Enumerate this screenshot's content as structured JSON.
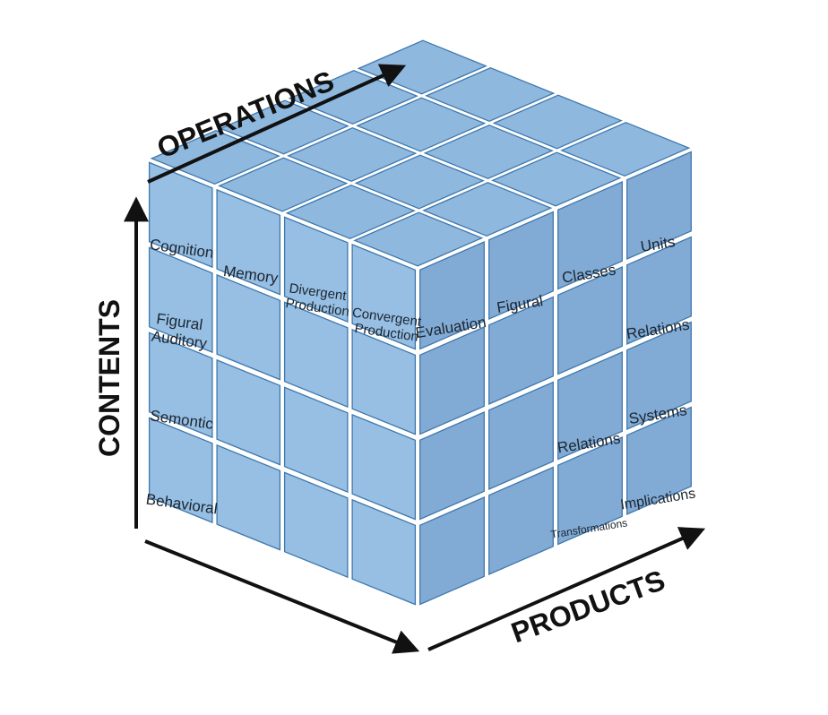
{
  "axes": {
    "operations": "OPERATIONS",
    "contents": "CONTENTS",
    "products": "PRODUCTS"
  },
  "colors": {
    "face_top": "#7faed9",
    "face_left": "#88b6df",
    "face_right": "#6f9fcf",
    "edge": "#3f78ad",
    "arrow": "#111111"
  },
  "front_left_labels": {
    "cognition": "Cognition",
    "memory": "Memory",
    "divergent": [
      "Divergent",
      "Production"
    ],
    "convergent": [
      "Convergent",
      "Production"
    ],
    "figural_auditory": [
      "Figural",
      "Auditory"
    ],
    "semantic": "Semontic",
    "behavioral": "Behavioral"
  },
  "front_right_labels": {
    "evaluation": "Evaluation",
    "figural": "Figural",
    "classes": "Classes",
    "units": "Units",
    "relations_top": "Relations",
    "systems": "Systems",
    "relations_mid": "Relations",
    "transformations": "Transformations",
    "implications": "Implications"
  }
}
